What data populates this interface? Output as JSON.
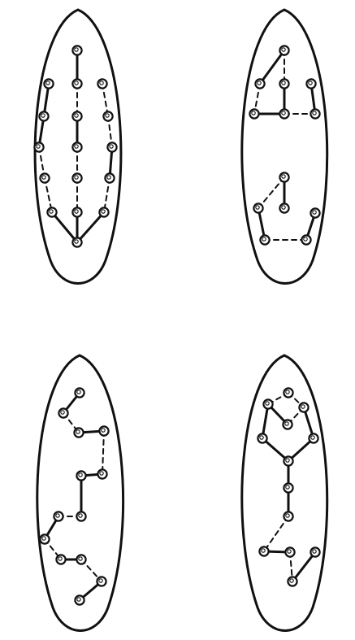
{
  "figure": {
    "panels": [
      {
        "id": "top-left",
        "name": "panel-top-left"
      },
      {
        "id": "top-right",
        "name": "panel-top-right"
      },
      {
        "id": "bottom-left",
        "name": "panel-bottom-left"
      },
      {
        "id": "bottom-right",
        "name": "panel-bottom-right"
      }
    ],
    "bond_styles": [
      "solid",
      "dashed"
    ],
    "colors": {
      "stroke": "#111111",
      "background": "#ffffff"
    }
  }
}
